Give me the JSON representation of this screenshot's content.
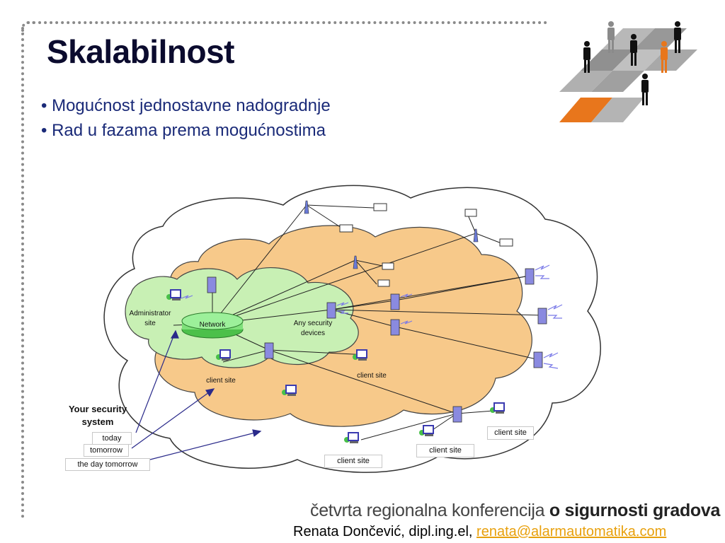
{
  "title": "Skalabilnost",
  "bullets": [
    "Mogućnost jednostavne nadogradnje",
    "Rad u fazama prema mogućnostima"
  ],
  "diagram": {
    "network_label": "Network",
    "administrator_label": "Administrator",
    "site_label": "site",
    "any_security_label": "Any security",
    "devices_label": "devices",
    "client_site_label": "client site",
    "your_security_system": "Your security system",
    "phases": [
      "today",
      "tomorrow",
      "the day tomorrow"
    ]
  },
  "footer": {
    "conference_regular": "četvrta regionalna konferencija",
    "conference_bold": "o sigurnosti gradova",
    "author": "Renata Dončević, dipl.ing.el,",
    "email": "renata@alarmautomatika.com"
  },
  "colors": {
    "title": "#0b0b2e",
    "bullet_text": "#1a2a78",
    "cloud_orange": "#f7c98a",
    "cloud_green": "#c8f0b4",
    "network_green": "#7ee07a",
    "logo_orange": "#e8761c",
    "email": "#e8a00c"
  }
}
